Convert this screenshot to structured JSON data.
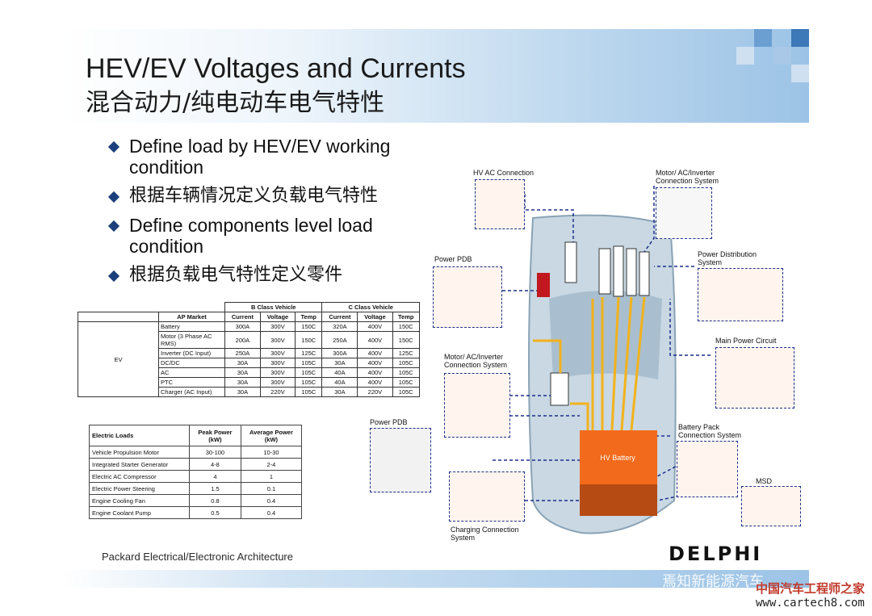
{
  "title": {
    "en": "HEV/EV Voltages and Currents",
    "zh": "混合动力/纯电动车电气特性"
  },
  "bullets": [
    "Define load by HEV/EV working condition",
    "根据车辆情况定义负载电气特性",
    "Define components level load condition",
    "根据负载电气特性定义零件"
  ],
  "load_table": {
    "group_headers": [
      "B Class Vehicle",
      "C Class Vehicle"
    ],
    "market_header": "AP Market",
    "sub_headers": [
      "Current",
      "Voltage",
      "Temp",
      "Current",
      "Voltage",
      "Temp"
    ],
    "row_group": "EV",
    "rows": [
      [
        "Battery",
        "300A",
        "300V",
        "150C",
        "320A",
        "400V",
        "150C"
      ],
      [
        "Motor (3 Phase AC RMS)",
        "200A",
        "300V",
        "150C",
        "250A",
        "400V",
        "150C"
      ],
      [
        "Inverter (DC Input)",
        "250A",
        "300V",
        "125C",
        "300A",
        "400V",
        "125C"
      ],
      [
        "DC/DC",
        "30A",
        "300V",
        "105C",
        "30A",
        "400V",
        "105C"
      ],
      [
        "AC",
        "30A",
        "300V",
        "105C",
        "40A",
        "400V",
        "105C"
      ],
      [
        "PTC",
        "30A",
        "300V",
        "105C",
        "40A",
        "400V",
        "105C"
      ],
      [
        "Charger (AC Input)",
        "30A",
        "220V",
        "105C",
        "30A",
        "220V",
        "105C"
      ]
    ]
  },
  "power_table": {
    "headers": [
      "Electric Loads",
      "Peak Power (kW)",
      "Average Power (kW)"
    ],
    "rows": [
      [
        "Vehicle Propulsion Motor",
        "30-100",
        "10-30"
      ],
      [
        "Integrated Starter Generator",
        "4-8",
        "2-4"
      ],
      [
        "Electric AC Compressor",
        "4",
        "1"
      ],
      [
        "Electric Power Steering",
        "1.5",
        "0.1"
      ],
      [
        "Engine Cooling Fan",
        "0.8",
        "0.4"
      ],
      [
        "Engine Coolant Pump",
        "0.5",
        "0.4"
      ]
    ]
  },
  "diagram": {
    "labels": {
      "hv_ac": "HV AC Connection",
      "motor_top": "Motor/ AC/Inverter Connection System",
      "power_pdb_top": "Power PDB",
      "power_dist": "Power Distribution System",
      "main_power": "Main Power Circuit",
      "motor_left": "Motor/ AC/Inverter Connection System",
      "power_pdb_bottom": "Power PDB",
      "battery_pack": "Battery Pack Connection System",
      "msd": "MSD",
      "charging": "Charging Connection System",
      "hv_battery": "HV Battery"
    }
  },
  "footer": {
    "text": "Packard Electrical/Electronic Architecture",
    "logo": "DELPHI"
  },
  "watermark": {
    "wechat": "焉知新能源汽车",
    "site_name": "中国汽车工程师之家",
    "url": "www.cartech8.com"
  }
}
